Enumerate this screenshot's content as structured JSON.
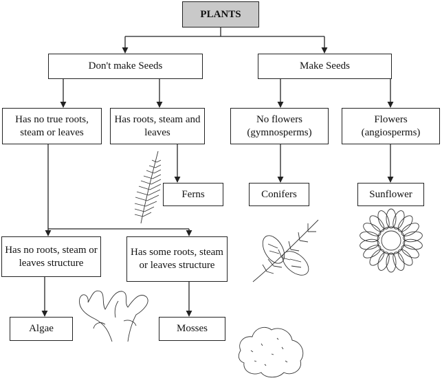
{
  "nodes": {
    "root": "PLANTS",
    "dont_make_seeds": "Don't make Seeds",
    "make_seeds": "Make Seeds",
    "no_true_roots": "Has no true roots, steam or leaves",
    "has_roots": "Has roots, steam and leaves",
    "no_flowers": "No flowers (gymnosperms)",
    "flowers": "Flowers (angiosperms)",
    "ferns": "Ferns",
    "conifers": "Conifers",
    "sunflower": "Sunflower",
    "no_roots_structure": "Has no roots, steam or leaves structure",
    "some_roots_structure": "Has some roots, steam or leaves structure",
    "algae": "Algae",
    "mosses": "Mosses"
  },
  "illustrations": {
    "fern": "fern-frond",
    "conifer": "pine-cones",
    "sunflower": "sunflower-head",
    "algae": "algae-branching",
    "moss": "moss-patch"
  },
  "colors": {
    "root_fill": "#c9c9c9",
    "stroke": "#222222"
  }
}
